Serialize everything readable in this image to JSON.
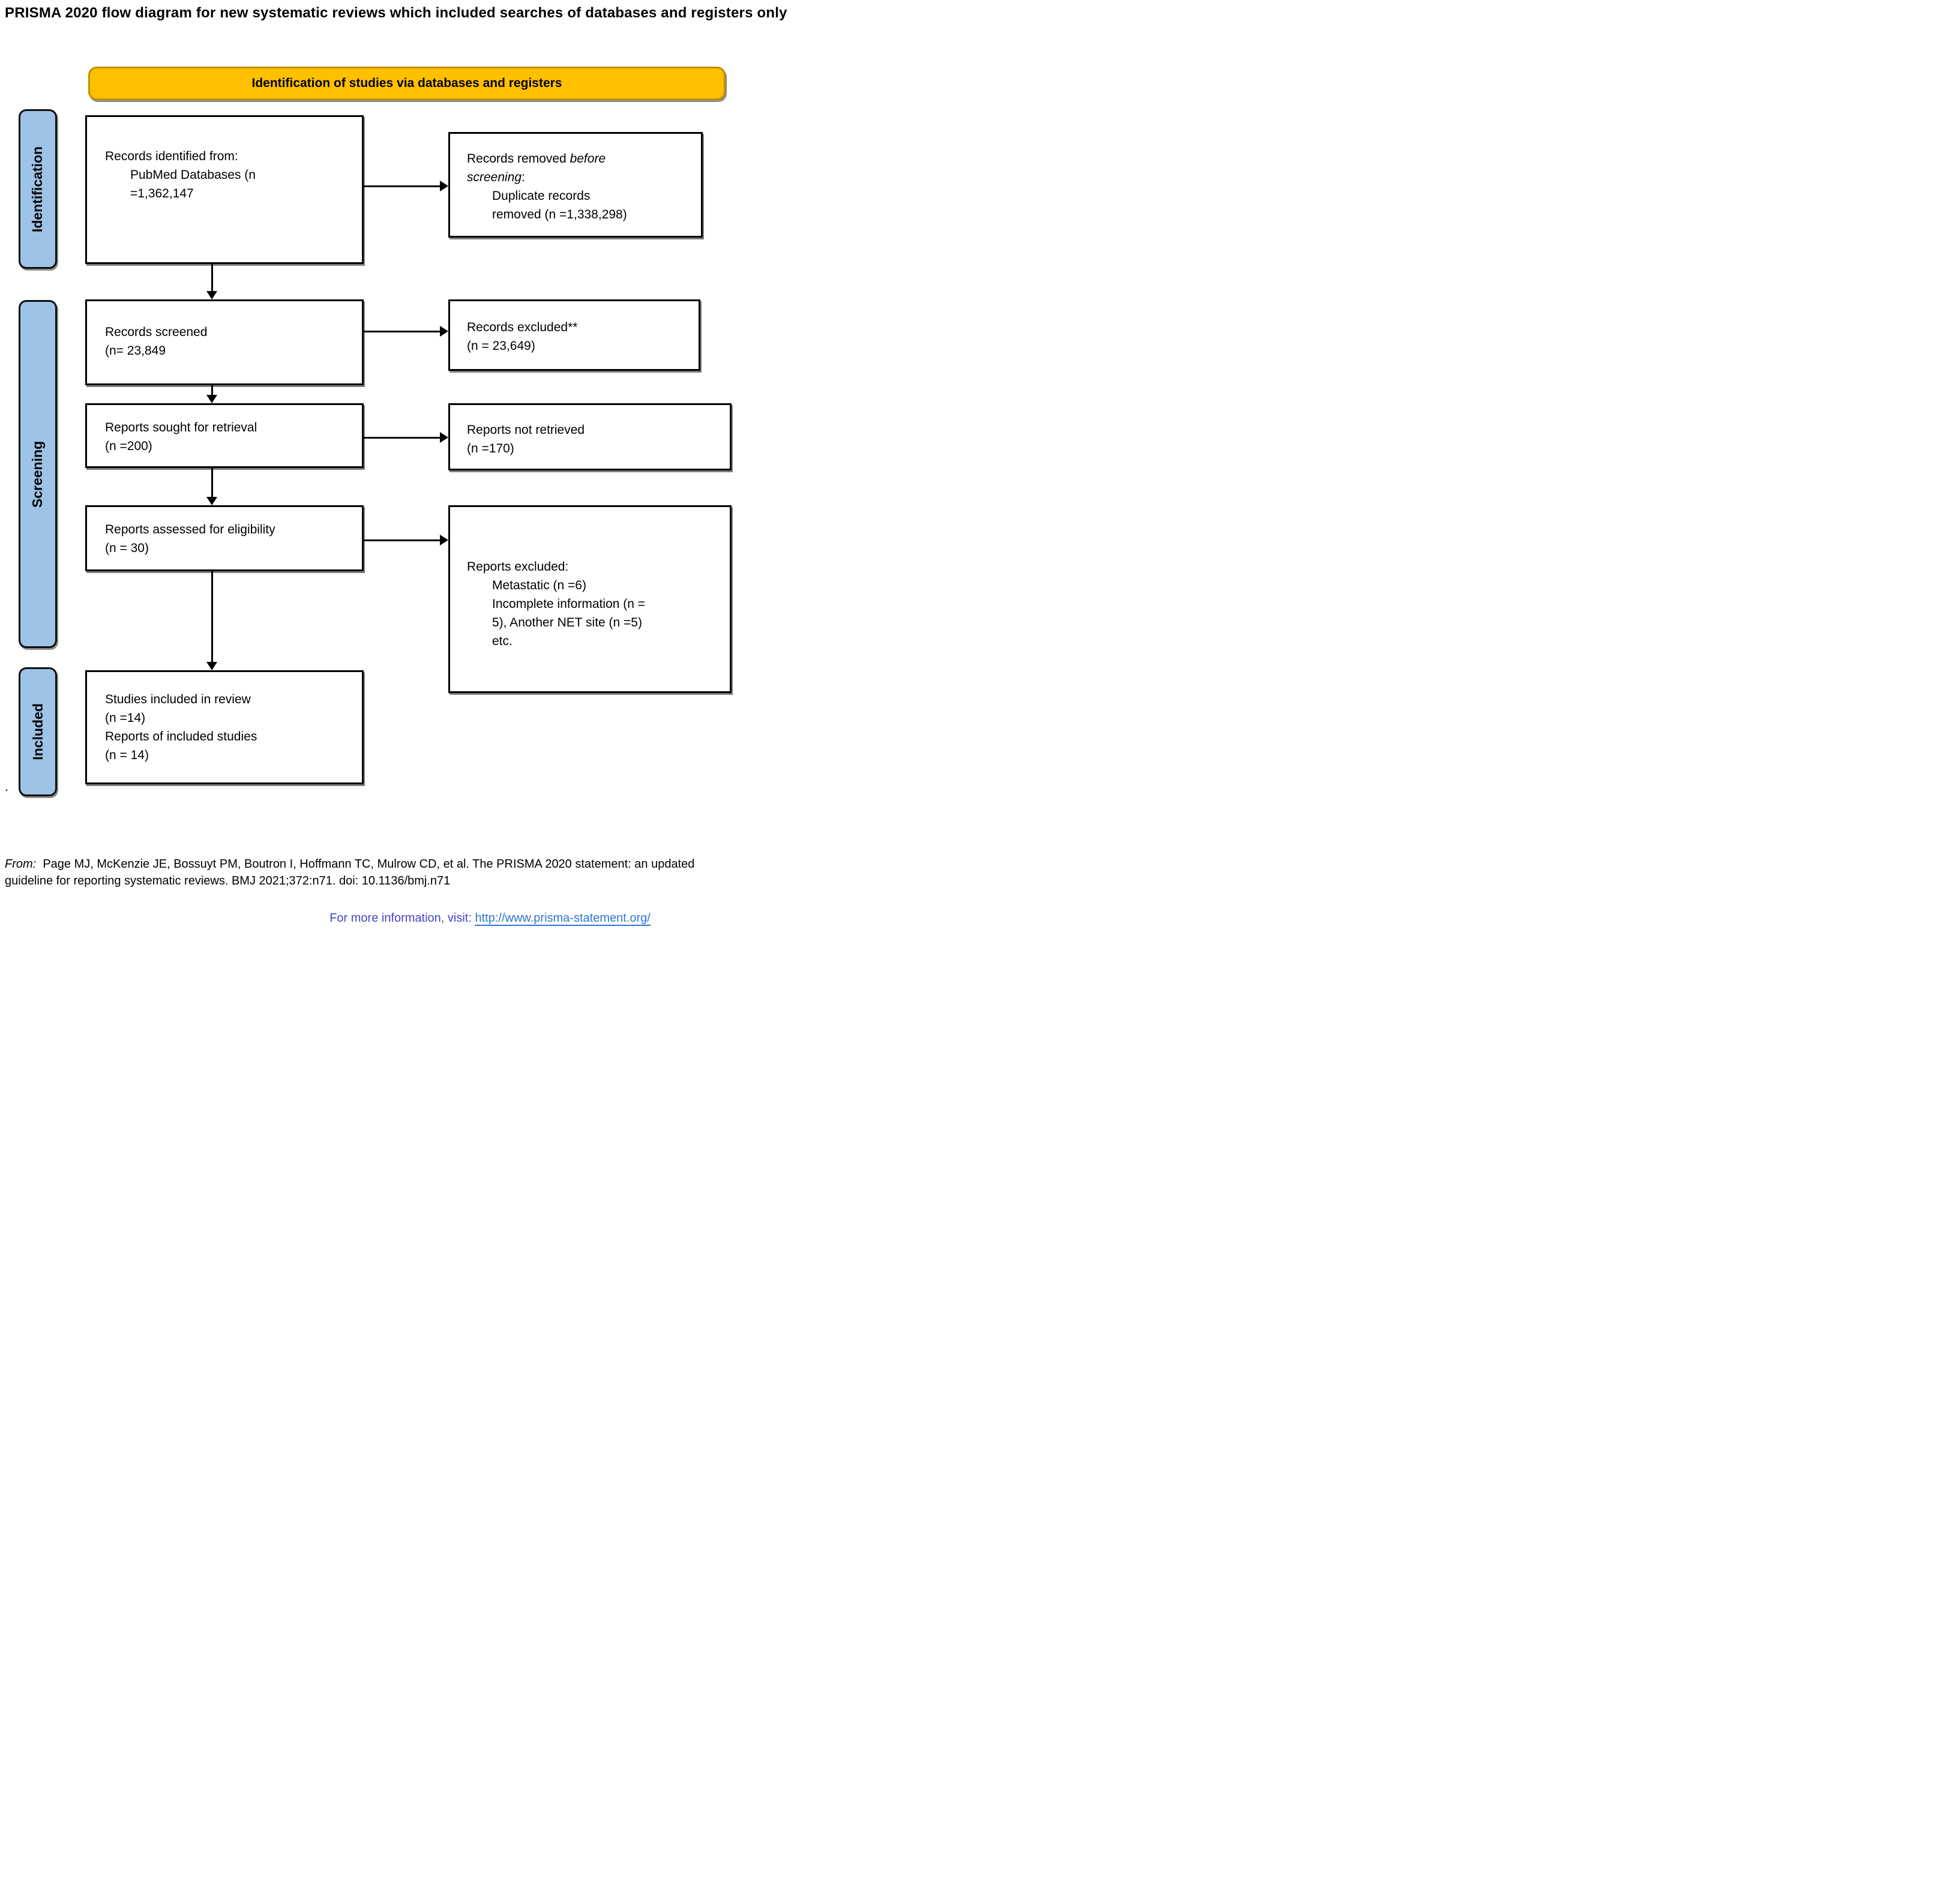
{
  "title": "PRISMA 2020 flow diagram for new systematic reviews which included searches of databases and registers only",
  "banner": {
    "label": "Identification of studies via databases and registers"
  },
  "sidebar": {
    "identification": "Identification",
    "screening": "Screening",
    "included": "Included"
  },
  "flow": {
    "identified": {
      "l1": "Records identified from:",
      "l2": "PubMed Databases (n",
      "l3": "=1,362,147"
    },
    "removed": {
      "l1_pre": "Records removed ",
      "l1_it": "before",
      "l2_it": "screening",
      "l2_post": ":",
      "l3": "Duplicate records",
      "l4": "removed (n =1,338,298)"
    },
    "screened": {
      "l1": "Records screened",
      "l2": "(n= 23,849"
    },
    "excluded": {
      "l1": "Records excluded**",
      "l2": "(n = 23,649)"
    },
    "sought": {
      "l1": "Reports sought for retrieval",
      "l2": "(n =200)"
    },
    "not_retrieved": {
      "l1": "Reports not retrieved",
      "l2": "(n =170)"
    },
    "assessed": {
      "l1": "Reports assessed for eligibility",
      "l2": "(n = 30)"
    },
    "reports_excluded": {
      "l1": "Reports excluded:",
      "l2": "Metastatic (n =6)",
      "l3": "Incomplete information (n =",
      "l4": "5), Another NET site (n =5)",
      "l5": "etc."
    },
    "included_studies": {
      "l1": "Studies included in review",
      "l2": "(n =14)",
      "l3": "Reports of included studies",
      "l4": "(n = 14)"
    }
  },
  "footer": {
    "dot": ".",
    "from_label": "From:",
    "from_l1": "  Page MJ, McKenzie JE, Bossuyt PM, Boutron I, Hoffmann TC, Mulrow CD, et al. The PRISMA 2020 statement: an updated",
    "from_l2": "guideline for reporting systematic reviews. BMJ 2021;372:n71. doi: 10.1136/bmj.n71",
    "info_prefix": "For more information, visit: ",
    "info_link": "http://www.prisma-statement.org/"
  },
  "colors": {
    "banner_bg": "#FFC000",
    "banner_border": "#BF9000",
    "stage_bar_bg": "#9DC3E6",
    "box_border": "#000000",
    "link": "#2E74D8",
    "info_prefix_text": "#4646C6"
  }
}
